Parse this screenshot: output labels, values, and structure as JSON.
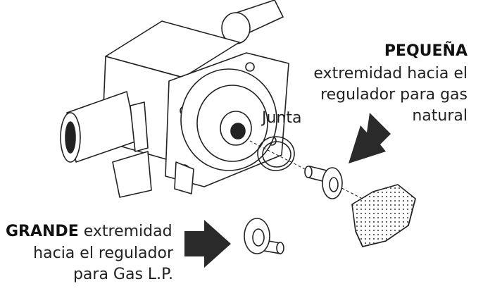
{
  "labels": {
    "pequena_title": "PEQUEÑA",
    "pequena_desc": [
      "extremidad hacia el",
      "regulador para gas",
      "natural"
    ],
    "junta": "Junta",
    "grande_title": "GRANDE",
    "grande_desc": [
      "extremidad",
      "hacia el regulador",
      "para Gas L.P."
    ]
  },
  "colors": {
    "line": "#222222",
    "arrow": "#2a2a2a",
    "background": "#ffffff",
    "hex_cap": "#f4f4f4"
  }
}
